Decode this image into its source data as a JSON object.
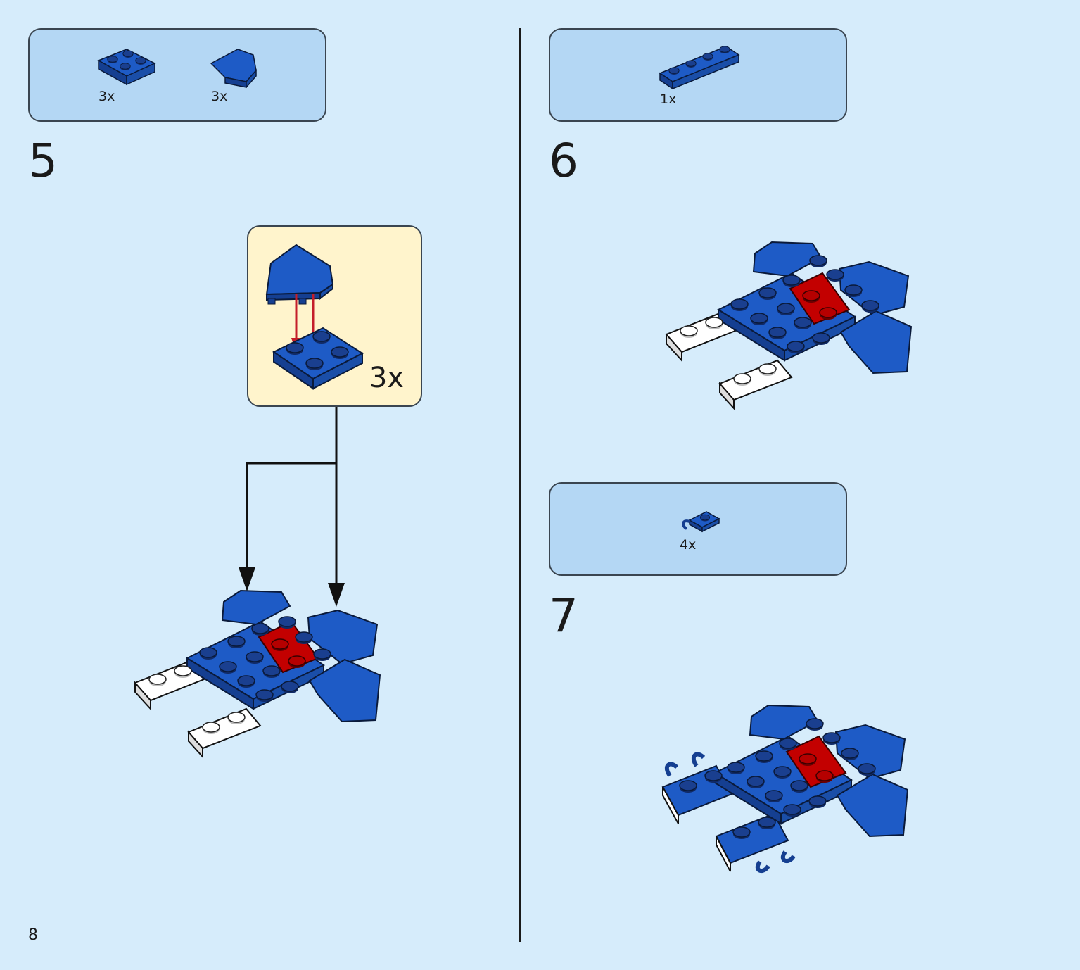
{
  "page": {
    "number": "8"
  },
  "colors": {
    "brick_blue": "#1e5bc6",
    "brick_red": "#cc0a0a",
    "brick_white": "#ffffff"
  },
  "steps": [
    {
      "number": "5",
      "parts": [
        {
          "icon": "plate-2x2-blue-icon",
          "quantity": "3x"
        },
        {
          "icon": "wedge-plate-blue-icon",
          "quantity": "3x"
        }
      ],
      "callout": {
        "quantity": "3x"
      }
    },
    {
      "number": "6",
      "parts": [
        {
          "icon": "plate-1x4-blue-icon",
          "quantity": "1x"
        }
      ]
    },
    {
      "number": "7",
      "parts": [
        {
          "icon": "clip-plate-blue-icon",
          "quantity": "4x"
        }
      ]
    }
  ]
}
